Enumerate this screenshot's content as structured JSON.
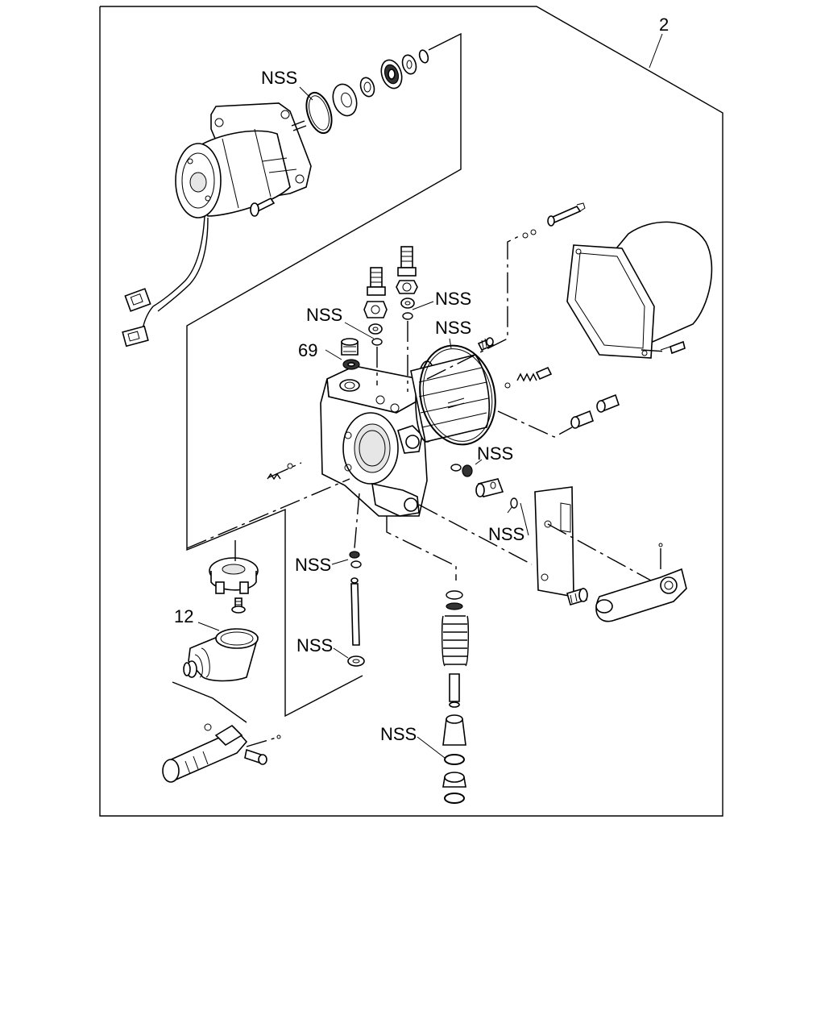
{
  "callouts": {
    "assembly": "2",
    "nss_top": "NSS",
    "nss_fitting_left": "NSS",
    "nss_fitting_right": "NSS",
    "nss_oring": "NSS",
    "part_69": "69",
    "nss_side": "NSS",
    "nss_bracket": "NSS",
    "nss_pin": "NSS",
    "part_12": "12",
    "nss_washer": "NSS",
    "nss_spring": "NSS"
  }
}
